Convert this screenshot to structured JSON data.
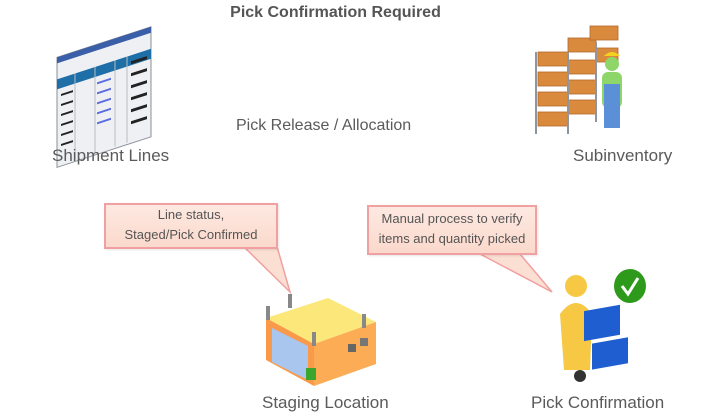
{
  "title": "Pick Confirmation Required",
  "center_label": "Pick Release / Allocation",
  "nodes": {
    "shipment_lines": {
      "label": "Shipment Lines",
      "icon": "spreadsheet-window-icon"
    },
    "subinventory": {
      "label": "Subinventory",
      "icon": "warehouse-shelves-worker-icon"
    },
    "staging_location": {
      "label": "Staging Location",
      "icon": "warehouse-building-icon"
    },
    "pick_confirmation": {
      "label": "Pick Confirmation",
      "icon": "worker-handtruck-checkmark-icon"
    }
  },
  "callouts": {
    "line_status": {
      "line1": "Line status,",
      "line2": "Staged/Pick Confirmed"
    },
    "manual_process": {
      "line1": "Manual process to verify",
      "line2": "items and quantity picked"
    }
  },
  "colors": {
    "callout_border": "#f0a0a0",
    "callout_fill": "#fde3d8",
    "check_green": "#2e9a1c",
    "box_blue": "#1f5fd0"
  }
}
